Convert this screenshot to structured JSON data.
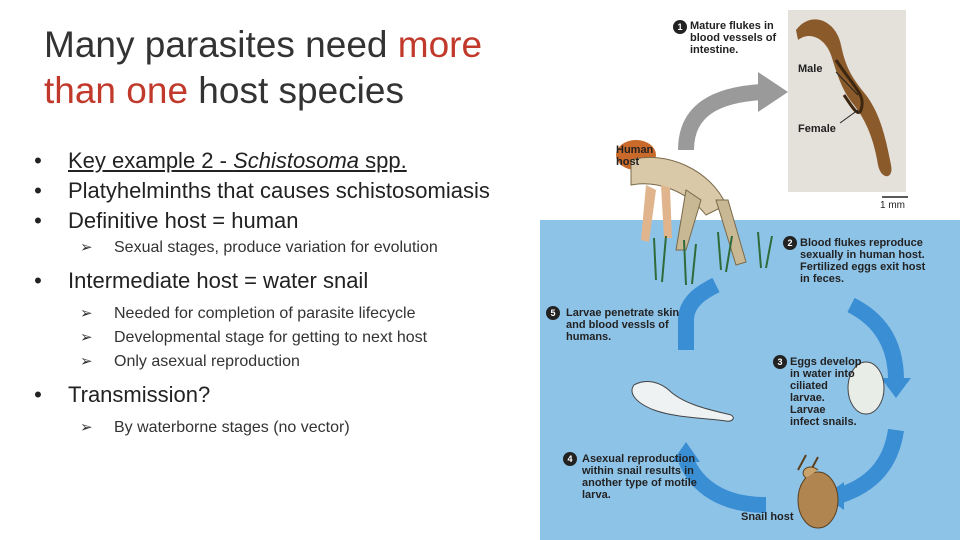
{
  "title": {
    "part1": "Many parasites need ",
    "accent": "more than one",
    "part2": " host species"
  },
  "bullets": {
    "b1_prefix": "Key example 2 - ",
    "b1_italic": "Schistosoma",
    "b1_suffix": " spp.",
    "b2": "Platyhelminths that causes schistosomiasis",
    "b3": "Definitive host = human",
    "b3_sub1": "Sexual stages, produce variation for evolution",
    "b4": "Intermediate host = water snail",
    "b4_sub1": "Needed for completion of parasite lifecycle",
    "b4_sub2": "Developmental stage for getting to next host",
    "b4_sub3": "Only asexual reproduction",
    "b5": "Transmission?",
    "b5_sub1": "By waterborne stages (no vector)"
  },
  "diagram": {
    "step1_num": "1",
    "step1_line1": "Mature flukes in",
    "step1_line2": "blood vessels of",
    "step1_line3": "intestine.",
    "male": "Male",
    "female": "Female",
    "scale": "1 mm",
    "human_line1": "Human",
    "human_line2": "host",
    "step2_num": "2",
    "step2_line1": "Blood flukes reproduce",
    "step2_line2": "sexually in human host.",
    "step2_line3": "Fertilized eggs exit host",
    "step2_line4": "in feces.",
    "step3_num": "3",
    "step3_line1": "Eggs develop",
    "step3_line2": "in water into",
    "step3_line3": "ciliated",
    "step3_line4": "larvae.",
    "step3_line5": "Larvae",
    "step3_line6": "infect snails.",
    "step4_num": "4",
    "step4_line1": "Asexual reproduction",
    "step4_line2": "within snail results in",
    "step4_line3": "another type of motile",
    "step4_line4": "larva.",
    "step5_num": "5",
    "step5_line1": "Larvae penetrate skin",
    "step5_line2": "and blood vessls of",
    "step5_line3": "humans.",
    "snail_host": "Snail host"
  },
  "colors": {
    "accent": "#c0392b",
    "pond": "#8ec3e8",
    "arrow": "#3a8fd4",
    "gray_arrow": "#9a9a9a"
  }
}
